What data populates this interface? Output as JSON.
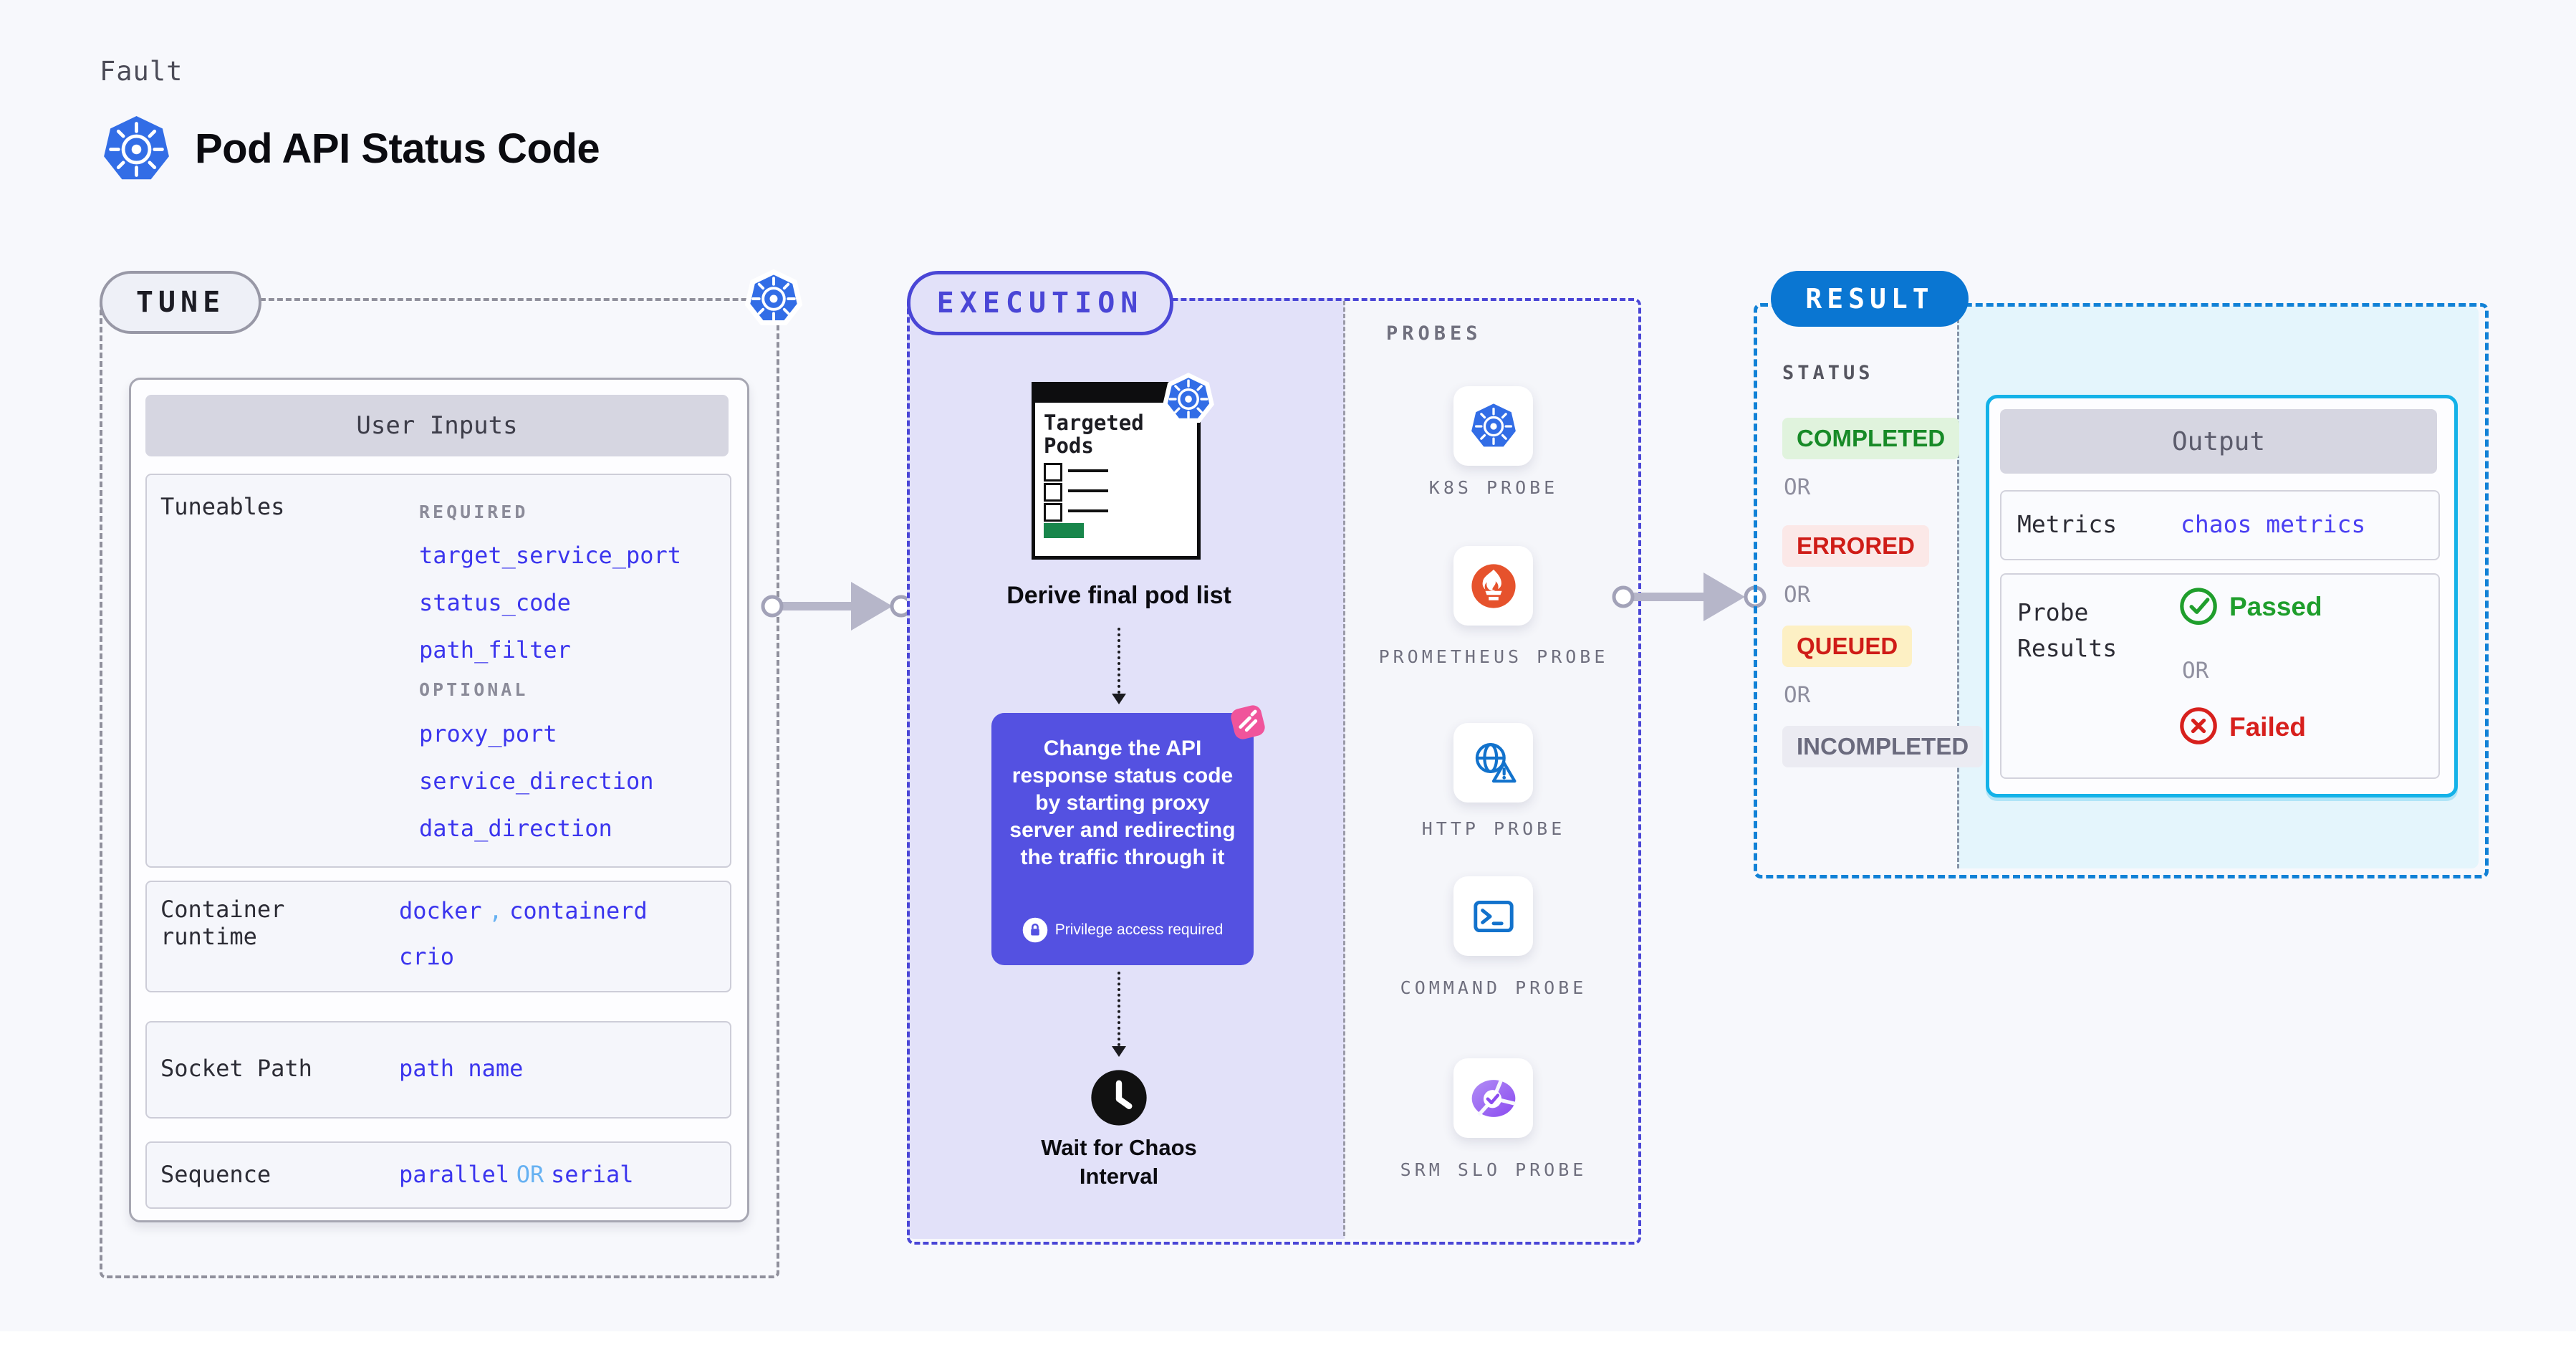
{
  "header": {
    "eyebrow": "Fault",
    "title": "Pod API Status Code"
  },
  "tune": {
    "badge": "TUNE",
    "user_inputs_title": "User Inputs",
    "tuneables_label": "Tuneables",
    "required_label": "REQUIRED",
    "optional_label": "OPTIONAL",
    "required_fields": [
      "target_service_port",
      "status_code",
      "path_filter"
    ],
    "optional_fields": [
      "proxy_port",
      "service_direction",
      "data_direction"
    ],
    "container_runtime": {
      "label": "Container runtime",
      "value_a": "docker",
      "separator": ",",
      "value_b": "containerd",
      "value_c": "crio"
    },
    "socket_path": {
      "label": "Socket Path",
      "value": "path name"
    },
    "sequence": {
      "label": "Sequence",
      "value_a": "parallel",
      "or": "OR",
      "value_b": "serial"
    }
  },
  "execution": {
    "badge": "EXECUTION",
    "window_title": "Targeted Pods",
    "derive_label": "Derive final pod list",
    "action_text": "Change the API response status code by starting proxy server and redirecting the traffic through it",
    "privilege_label": "Privilege access required",
    "wait_label": "Wait for Chaos Interval"
  },
  "probes": {
    "title": "PROBES",
    "items": [
      {
        "name": "K8S PROBE",
        "icon": "kubernetes-icon"
      },
      {
        "name": "PROMETHEUS PROBE",
        "icon": "prometheus-icon"
      },
      {
        "name": "HTTP PROBE",
        "icon": "http-globe-warning-icon"
      },
      {
        "name": "COMMAND PROBE",
        "icon": "terminal-icon"
      },
      {
        "name": "SRM SLO PROBE",
        "icon": "slo-pie-check-icon"
      }
    ]
  },
  "result": {
    "badge": "RESULT",
    "status_label": "STATUS",
    "or_label": "OR",
    "statuses": [
      {
        "label": "COMPLETED",
        "text_color": "#178a27",
        "bg_color": "#e0f3dd"
      },
      {
        "label": "ERRORED",
        "text_color": "#cf1c17",
        "bg_color": "#fbe8e7"
      },
      {
        "label": "QUEUED",
        "text_color": "#cf1c17",
        "bg_color": "#fdf0c4"
      },
      {
        "label": "INCOMPLETED",
        "text_color": "#6a6a7d",
        "bg_color": "#ebebf2"
      }
    ],
    "output": {
      "title": "Output",
      "metrics_label": "Metrics",
      "metrics_value": "chaos metrics",
      "probe_results_label": "Probe Results",
      "passed_label": "Passed",
      "or_label": "OR",
      "failed_label": "Failed"
    }
  },
  "colors": {
    "kubernetes_blue": "#326de6",
    "tune_border_gray": "#90909c",
    "execution_indigo": "#4a46d6",
    "execution_lavender": "#e2e1f9",
    "result_azure": "#0a76d2",
    "result_panel_cyan": "#e4f5fc",
    "output_border_cyan": "#14b2e8",
    "action_purple": "#5451e1",
    "chaos_pink": "#f0549b",
    "link_blue": "#3b35ee",
    "separator_light_blue": "#66b1f2",
    "passed_green": "#1f9e2c",
    "failed_red": "#d7201d",
    "prometheus_orange": "#e6522c"
  }
}
